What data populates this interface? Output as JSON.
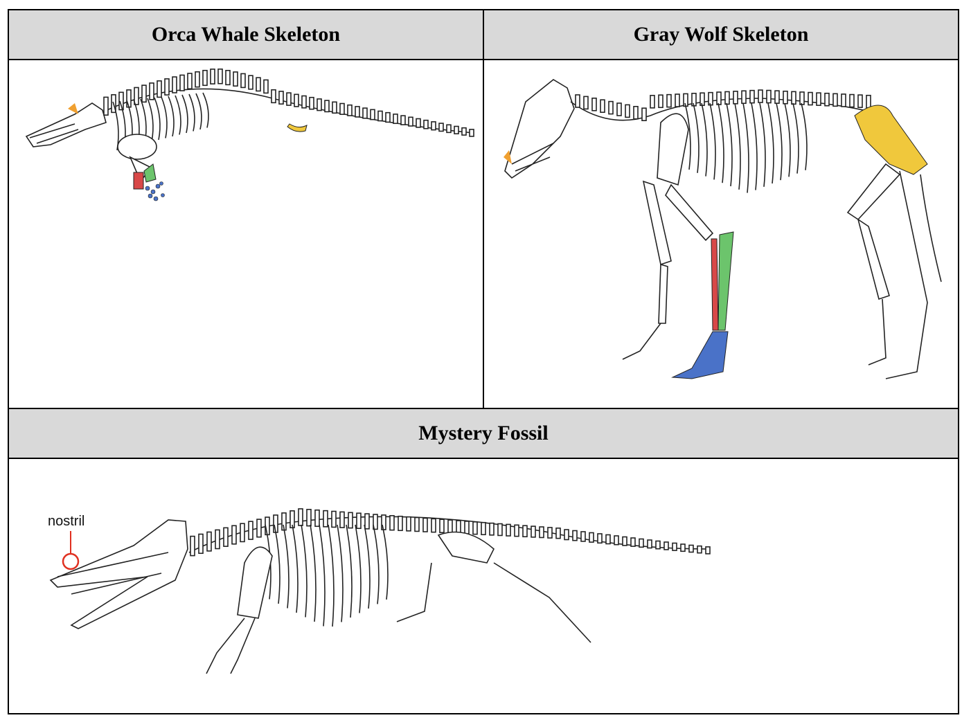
{
  "table": {
    "headers": [
      "Orca Whale Skeleton",
      "Gray Wolf Skeleton",
      "Mystery Fossil"
    ],
    "fossil_annotation": "nostril"
  },
  "colors": {
    "header_bg": "#d9d9d9",
    "highlight_orange": "#f0a030",
    "highlight_yellow": "#f0c83c",
    "highlight_red": "#d84848",
    "highlight_green": "#6cc46c",
    "highlight_blue": "#4a72c8",
    "annotation_red": "#e03020"
  }
}
